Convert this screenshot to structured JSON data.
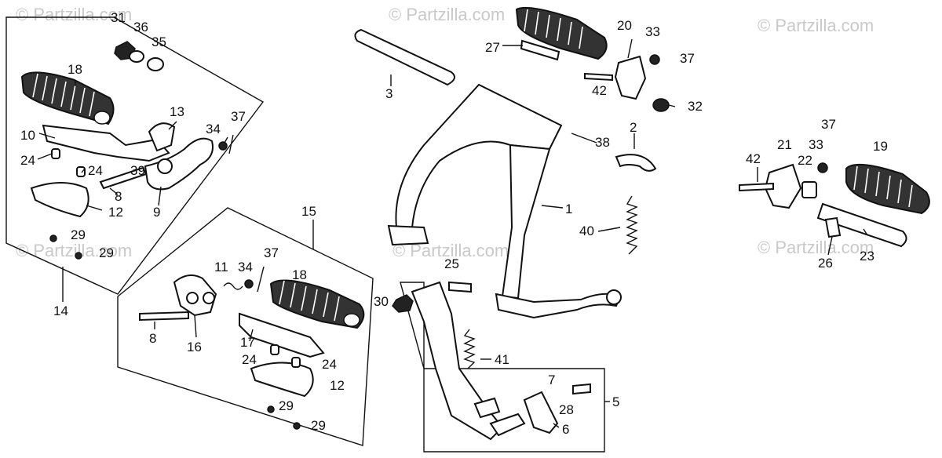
{
  "watermarks": [
    {
      "text": "© Partzilla.com"
    },
    {
      "text": "© Partzilla.com"
    },
    {
      "text": "© Partzilla.com"
    },
    {
      "text": "© Partzilla.com"
    },
    {
      "text": "© Partzilla.com"
    },
    {
      "text": "© Partzilla.com"
    }
  ],
  "callouts": {
    "c1": "1",
    "c2": "2",
    "c3": "3",
    "c5": "5",
    "c6": "6",
    "c7": "7",
    "c8a": "8",
    "c8b": "8",
    "c9": "9",
    "c10": "10",
    "c11": "11",
    "c12a": "12",
    "c12b": "12",
    "c13": "13",
    "c14": "14",
    "c15": "15",
    "c16": "16",
    "c17": "17",
    "c18a": "18",
    "c18b": "18",
    "c19": "19",
    "c20": "20",
    "c21": "21",
    "c22": "22",
    "c23": "23",
    "c24a": "24",
    "c24b": "24",
    "c24c": "24",
    "c24d": "24",
    "c25": "25",
    "c26": "26",
    "c27": "27",
    "c28": "28",
    "c29a": "29",
    "c29b": "29",
    "c29c": "29",
    "c29d": "29",
    "c30": "30",
    "c31": "31",
    "c32": "32",
    "c33a": "33",
    "c33b": "33",
    "c34a": "34",
    "c34b": "34",
    "c35": "35",
    "c36": "36",
    "c37a": "37",
    "c37b": "37",
    "c37c": "37",
    "c37d": "37",
    "c38": "38",
    "c39": "39",
    "c40": "40",
    "c41": "41",
    "c42a": "42",
    "c42b": "42"
  }
}
